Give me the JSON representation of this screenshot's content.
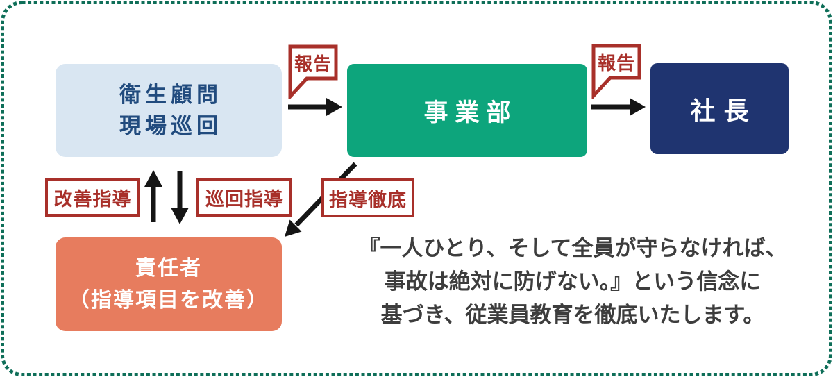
{
  "palette": {
    "frame_dotted_border": "#0e6e58",
    "red_accent": "#a8302a",
    "green_box": "#0da57c",
    "navy_box": "#1f3470",
    "light_blue_box": "#d9e6f2",
    "navy_text": "#214b7e",
    "orange_box": "#e77c5e",
    "arrow_black": "#151515",
    "quote_text": "#3d3d3d"
  },
  "boxes": {
    "hygiene_advisor": {
      "lines": [
        "衛生顧問",
        "現場巡回"
      ]
    },
    "business_division": {
      "label": "事業部"
    },
    "president": {
      "label": "社長"
    },
    "manager": {
      "lines": [
        "責任者",
        "（指導項目を改善）"
      ]
    }
  },
  "callouts": {
    "report_1": "報告",
    "report_2": "報告"
  },
  "tags": {
    "improvement_guidance": "改善指導",
    "patrol_guidance": "巡回指導",
    "thorough_guidance": "指導徹底"
  },
  "quote": {
    "lines": [
      "『一人ひとり、そして全員が守らなければ、",
      "事故は絶対に防げない。』という信念に",
      "基づき、従業員教育を徹底いたします。"
    ]
  }
}
